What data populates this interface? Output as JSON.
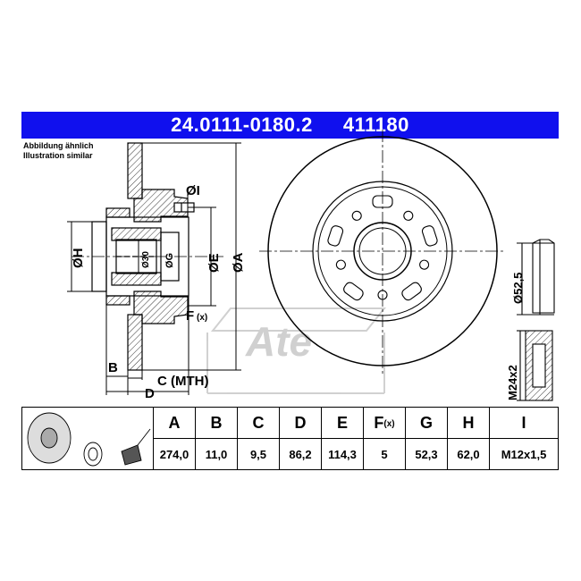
{
  "header": {
    "part_number": "24.0111-0180.2",
    "ref_number": "411180"
  },
  "note": {
    "line1": "Abbildung ähnlich",
    "line2": "Illustration similar"
  },
  "drawing_labels": {
    "dia_i": "ØI",
    "dia_h": "ØH",
    "dia_30": "Ø30",
    "dia_g": "ØG",
    "dia_e": "ØE",
    "dia_a": "ØA",
    "f_label": "F",
    "f_sub": "(x)",
    "b_label": "B",
    "c_label": "C (MTH)",
    "d_label": "D",
    "dia_52_5": "Ø52,5",
    "m24": "M24x2"
  },
  "brand_watermark": "Ate",
  "table": {
    "headers": [
      "A",
      "B",
      "C",
      "D",
      "E",
      "F",
      "G",
      "H",
      "I"
    ],
    "f_sub": "(x)",
    "values": [
      "274,0",
      "11,0",
      "9,5",
      "86,2",
      "114,3",
      "5",
      "52,3",
      "62,0",
      "M12x1,5"
    ]
  }
}
